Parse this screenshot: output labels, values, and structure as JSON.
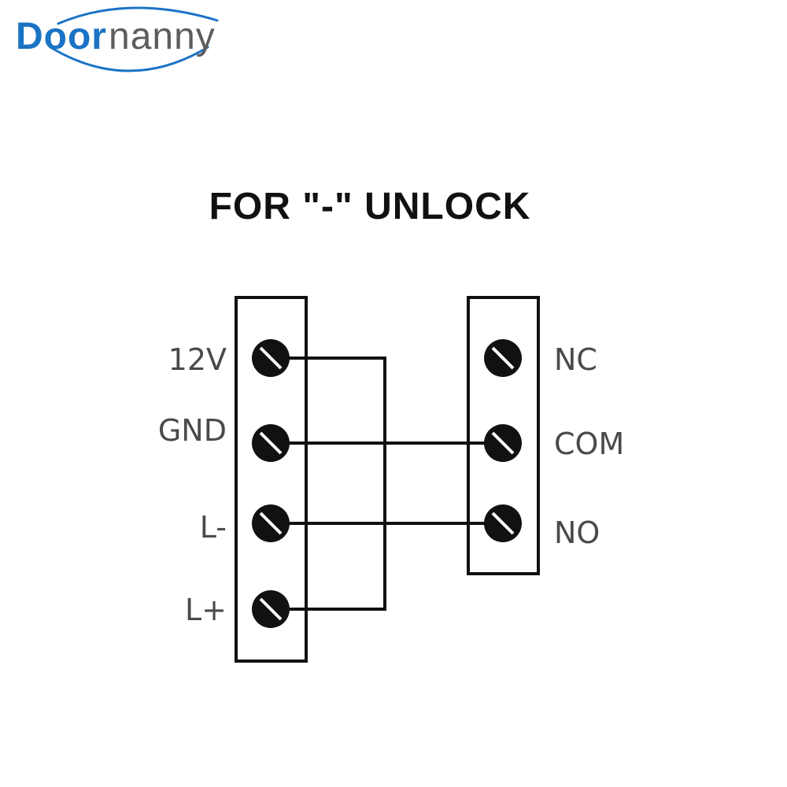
{
  "logo": {
    "text_blue": "Door",
    "text_gray": "nanny",
    "blue_color": "#1a73c5",
    "gray_color": "#5c5c5c"
  },
  "title": "FOR \"-\" UNLOCK",
  "left_terminal_block": {
    "terminals": [
      {
        "label": "12V"
      },
      {
        "label": "GND"
      },
      {
        "label": "L-"
      },
      {
        "label": "L+"
      }
    ]
  },
  "right_terminal_block": {
    "terminals": [
      {
        "label": "NC"
      },
      {
        "label": "COM"
      },
      {
        "label": "NO"
      }
    ]
  },
  "connections": [
    {
      "from": "12V",
      "to": "L+"
    },
    {
      "from": "GND",
      "to": "COM"
    },
    {
      "from": "L-",
      "to": "NO"
    }
  ]
}
